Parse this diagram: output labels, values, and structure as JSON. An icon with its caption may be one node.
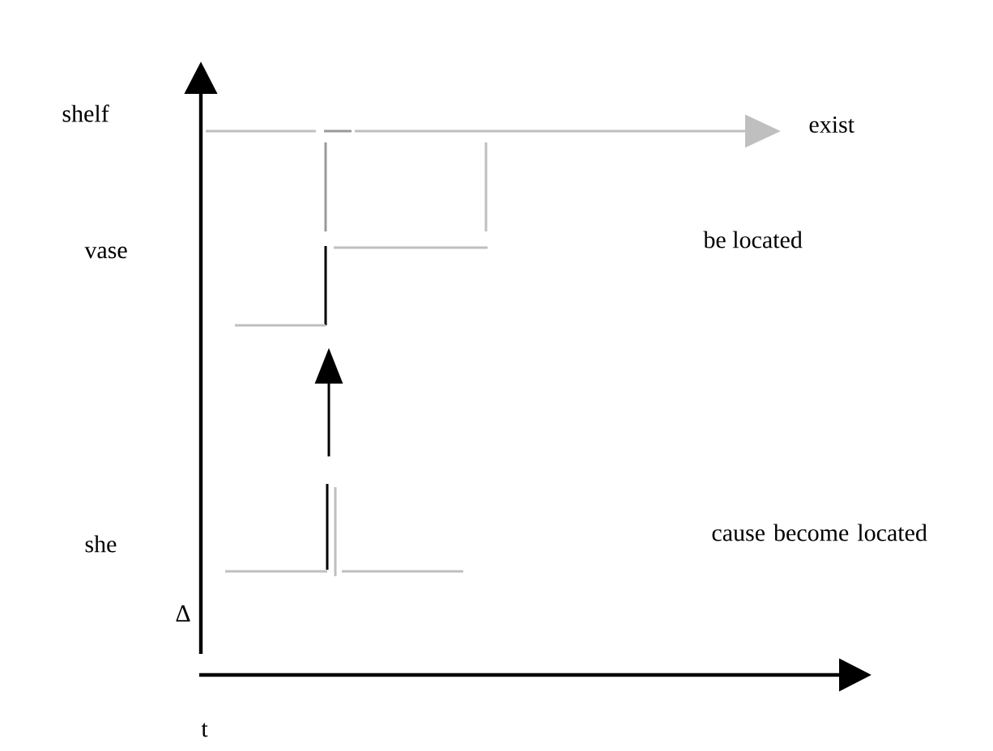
{
  "diagram": {
    "labels": [
      "shelf",
      "exist",
      "be located",
      "vase",
      "she",
      "cause become located",
      "Δ",
      "t"
    ]
  }
}
